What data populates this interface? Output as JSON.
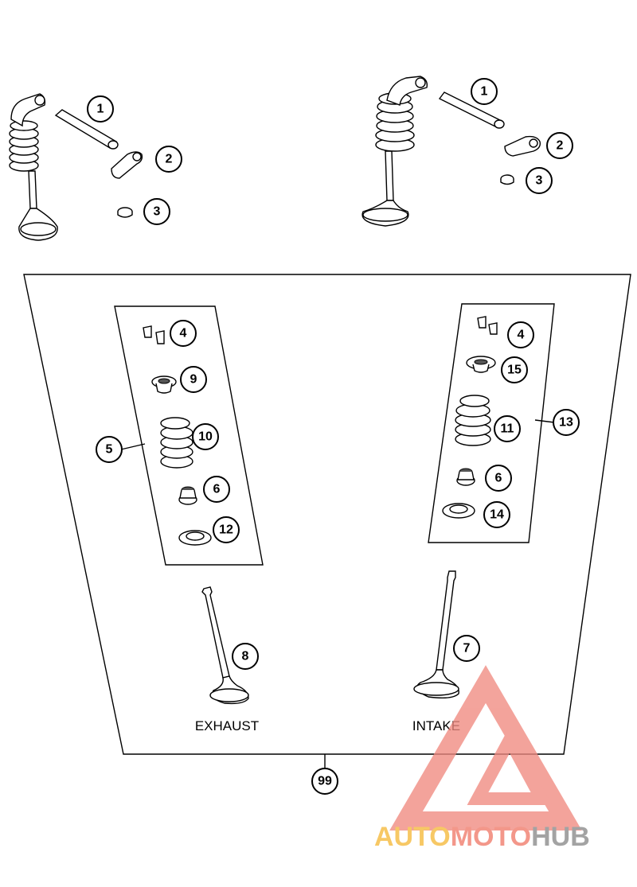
{
  "labels": {
    "exhaust": "EXHAUST",
    "intake": "INTAKE"
  },
  "callouts": {
    "tl_1": "1",
    "tl_2": "2",
    "tl_3": "3",
    "tr_1": "1",
    "tr_2": "2",
    "tr_3": "3",
    "ex_4": "4",
    "ex_9": "9",
    "ex_10": "10",
    "ex_5": "5",
    "ex_6": "6",
    "ex_12": "12",
    "in_4": "4",
    "in_15": "15",
    "in_11": "11",
    "in_13": "13",
    "in_6": "6",
    "in_14": "14",
    "ex_8": "8",
    "in_7": "7",
    "kit_99": "99"
  },
  "watermark": {
    "part1": "AUTO",
    "part2": "MOTO",
    "part3": "HUB",
    "color_auto": "#f5b93a",
    "color_moto": "#f07a6a",
    "color_hub": "#8a8a8a",
    "triangle_color": "#f08a80"
  }
}
